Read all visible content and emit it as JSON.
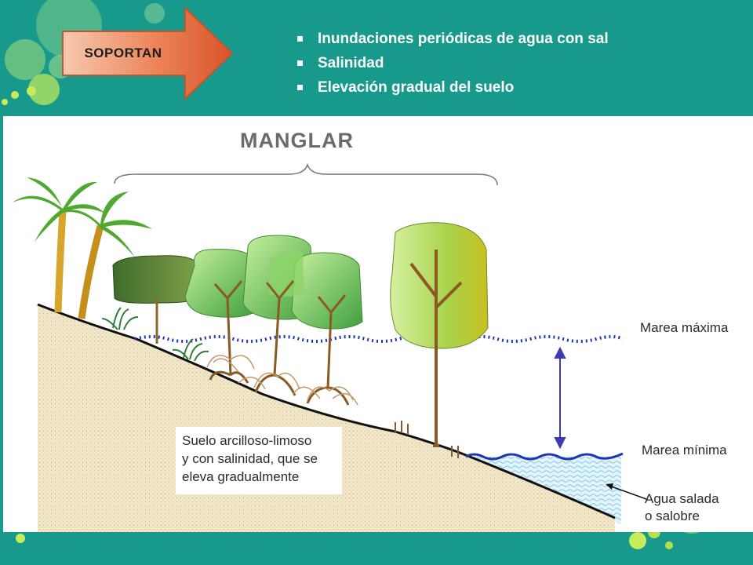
{
  "header": {
    "badge_label": "SOPORTAN",
    "bullets": [
      "Inundaciones periódicas de agua con sal",
      "Salinidad",
      "Elevación gradual del suelo"
    ]
  },
  "diagram": {
    "title": "MANGLAR",
    "labels": {
      "high_tide": "Marea máxima",
      "low_tide": "Marea mínima",
      "water_line1": "Agua salada",
      "water_line2": "o salobre",
      "soil_line1": "Suelo arcilloso-limoso",
      "soil_line2": "y con salinidad, que se",
      "soil_line3": "eleva gradualmente"
    }
  },
  "colors": {
    "background": "#17998c",
    "badge_fill": "#e8683a",
    "bubble": "#b5e24a",
    "water": "#1f33b5",
    "soil": "#efe3c4"
  },
  "icons": [
    "arrow-badge-icon",
    "bullet-square-icon",
    "palm-tree-icon",
    "mangrove-tree-icon",
    "tide-range-arrow-icon"
  ]
}
